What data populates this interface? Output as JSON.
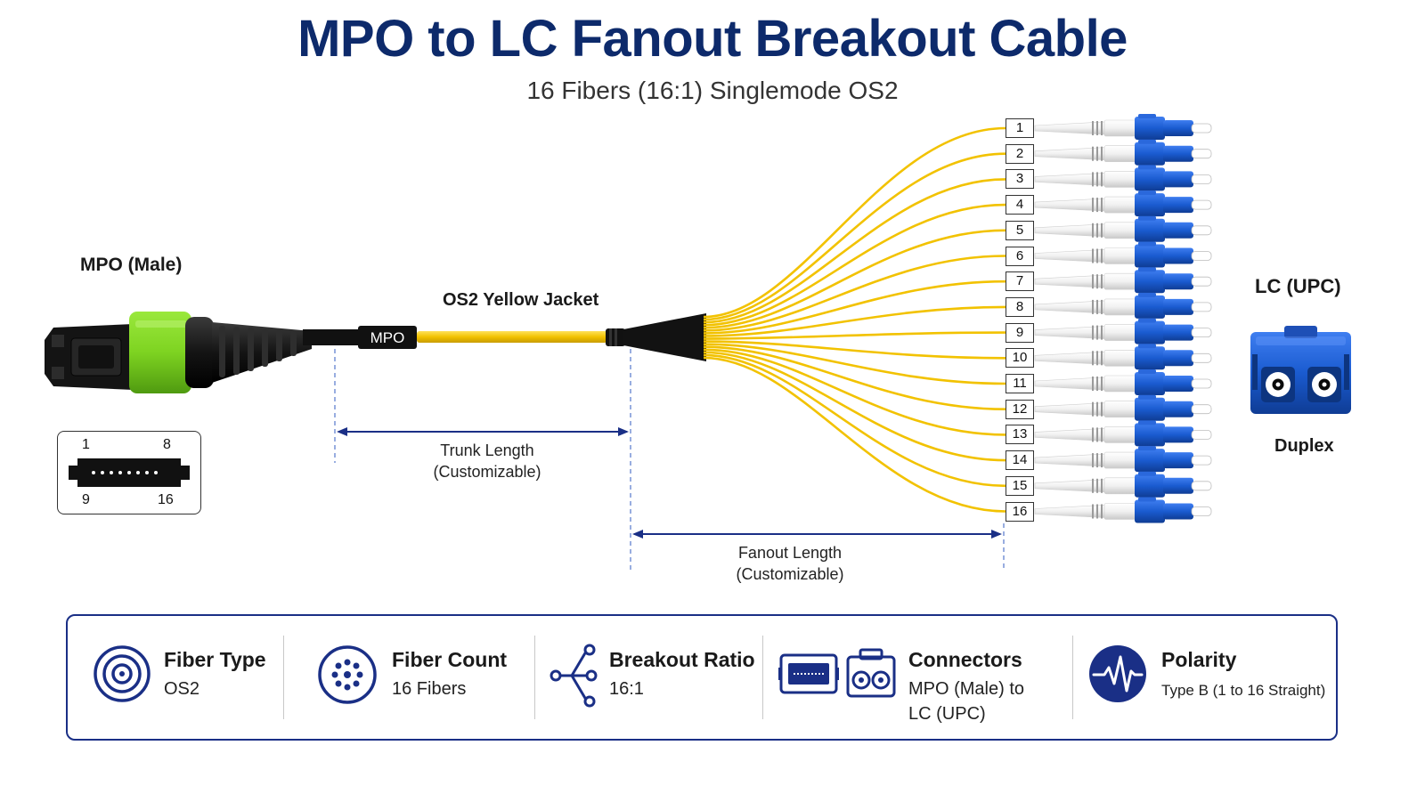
{
  "header": {
    "title": "MPO to LC Fanout Breakout Cable",
    "subtitle": "16 Fibers (16:1) Singlemode OS2"
  },
  "diagram": {
    "mpo_label": "MPO (Male)",
    "boot_text": "MPO",
    "jacket_label": "OS2 Yellow Jacket",
    "lc_label": "LC (UPC)",
    "duplex_label": "Duplex",
    "pin_map": {
      "top_left": "1",
      "top_right": "8",
      "bottom_left": "9",
      "bottom_right": "16"
    },
    "trunk_length": {
      "label": "Trunk Length",
      "note": "(Customizable)"
    },
    "fanout_length": {
      "label": "Fanout Length",
      "note": "(Customizable)"
    },
    "fiber_numbers": [
      "1",
      "2",
      "3",
      "4",
      "5",
      "6",
      "7",
      "8",
      "9",
      "10",
      "11",
      "12",
      "13",
      "14",
      "15",
      "16"
    ],
    "colors": {
      "jacket": "#f2c200",
      "mpo_housing": "#7ed321",
      "lc_connector": "#1a5bd0",
      "dimension_line": "#1a2f86"
    }
  },
  "specs": [
    {
      "icon": "fiber-type-icon",
      "title": "Fiber Type",
      "value": "OS2"
    },
    {
      "icon": "fiber-count-icon",
      "title": "Fiber Count",
      "value": "16 Fibers"
    },
    {
      "icon": "breakout-ratio-icon",
      "title": "Breakout Ratio",
      "value": "16:1"
    },
    {
      "icon": "connectors-icon",
      "title": "Connectors",
      "value_line1": "MPO (Male) to",
      "value_line2": "LC (UPC)"
    },
    {
      "icon": "polarity-icon",
      "title": "Polarity",
      "value": "Type B (1 to 16 Straight)"
    }
  ]
}
